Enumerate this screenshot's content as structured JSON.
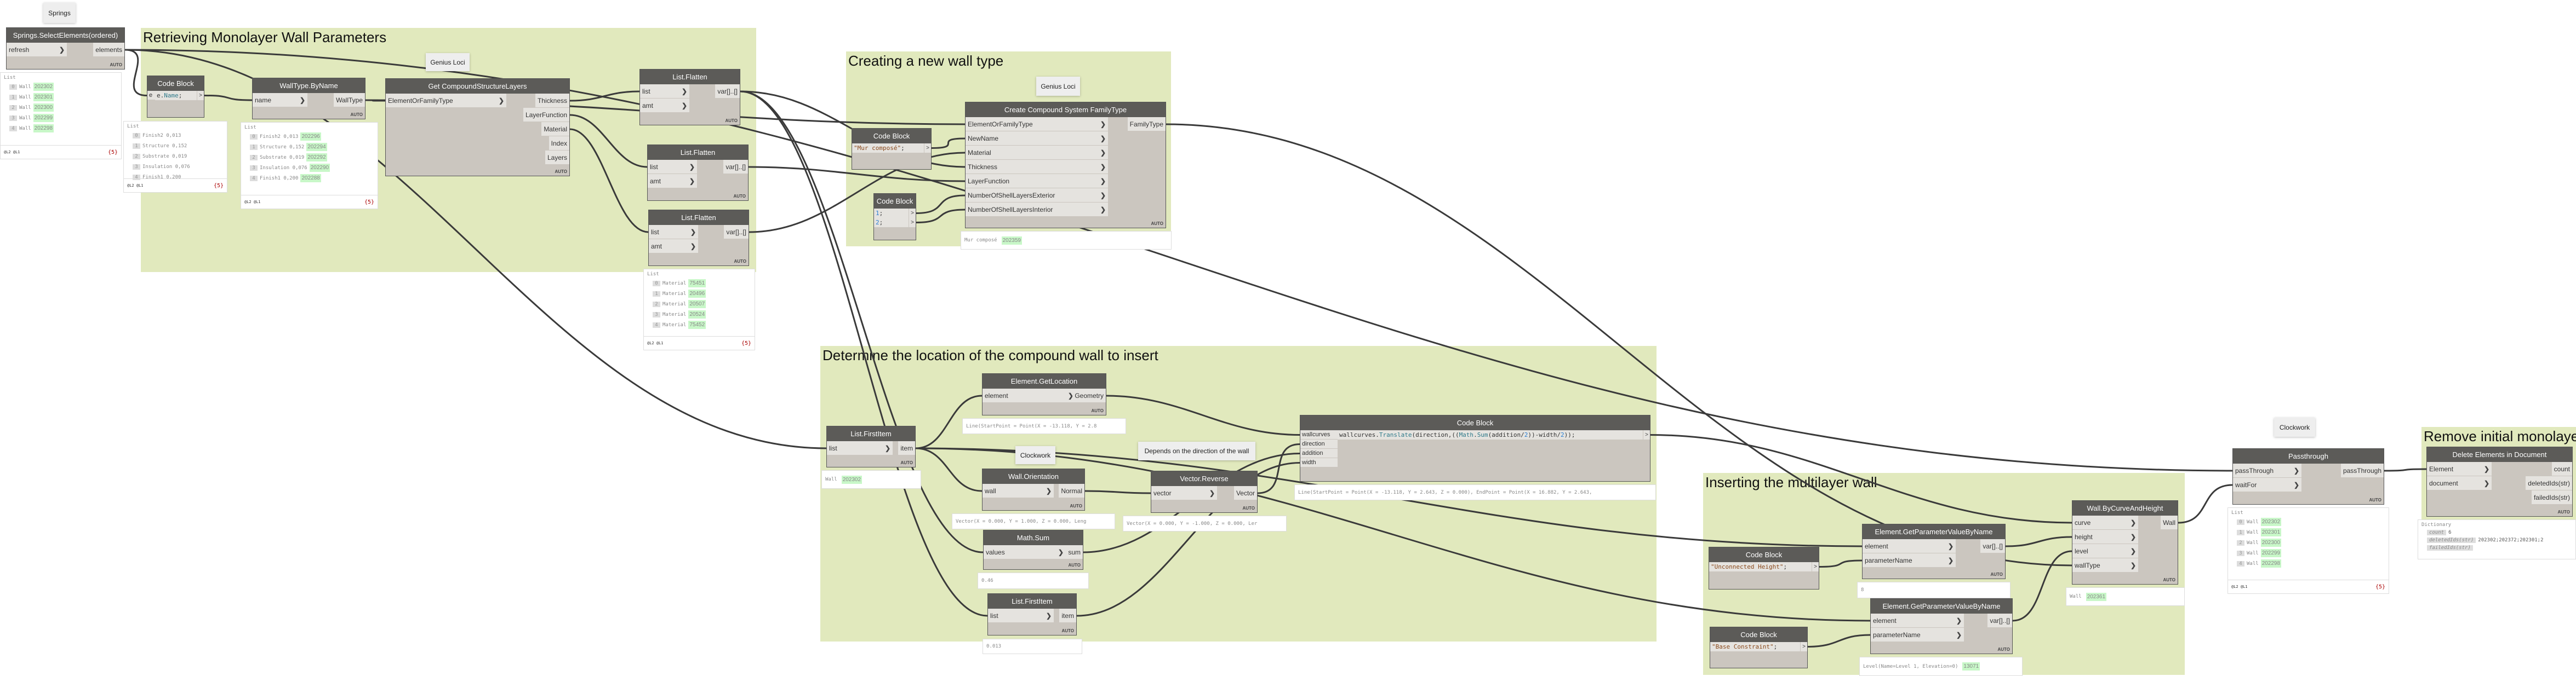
{
  "groups": [
    {
      "id": "g1",
      "title": "Retrieving Monolayer Wall Parameters"
    },
    {
      "id": "g2",
      "title": "Creating a new wall type"
    },
    {
      "id": "g3",
      "title": "Determine the location of the compound wall to insert"
    },
    {
      "id": "g4",
      "title": "Inserting the multilayer wall"
    },
    {
      "id": "g5",
      "title": "Remove initial monolayer walls"
    }
  ],
  "notes": [
    {
      "id": "springs",
      "text": "Springs"
    },
    {
      "id": "genius1",
      "text": "Genius Loci"
    },
    {
      "id": "genius2",
      "text": "Genius Loci"
    },
    {
      "id": "clock1",
      "text": "Clockwork"
    },
    {
      "id": "depends",
      "text": "Depends on the direction of the wall"
    },
    {
      "id": "clock2",
      "text": "Clockwork"
    }
  ],
  "lacing_label": "AUTO",
  "nodes": [
    {
      "id": "springs",
      "title": "Springs.SelectElements(ordered)",
      "inputs": [
        "refresh"
      ],
      "outputs": [
        "elements"
      ],
      "watch": {
        "type": "list",
        "head": "List",
        "items": [
          [
            "0",
            "Wall",
            "202302"
          ],
          [
            "1",
            "Wall",
            "202301"
          ],
          [
            "2",
            "Wall",
            "202300"
          ],
          [
            "3",
            "Wall",
            "202299"
          ],
          [
            "4",
            "Wall",
            "202298"
          ]
        ],
        "levels": "@L2 @L1",
        "count": "{5}"
      }
    },
    {
      "id": "cb1",
      "title": "Code Block",
      "code": true,
      "inputs": [
        "e"
      ],
      "lines": [
        [
          [
            "",
            "e."
          ],
          [
            "name",
            "Name"
          ],
          [
            "",
            ";"
          ]
        ]
      ],
      "watch": {
        "type": "list",
        "head": "List",
        "items": [
          [
            "0",
            "Finish2 0,013",
            ""
          ],
          [
            "1",
            "Structure 0,152",
            ""
          ],
          [
            "2",
            "Substrate 0,019",
            ""
          ],
          [
            "3",
            "Insulation 0,076",
            ""
          ],
          [
            "4",
            "Finish1 0,200",
            ""
          ]
        ],
        "levels": "@L2 @L1",
        "count": "{5}"
      }
    },
    {
      "id": "wtbn",
      "title": "WallType.ByName",
      "inputs": [
        "name"
      ],
      "outputs": [
        "WallType"
      ],
      "watch": {
        "type": "list",
        "head": "List",
        "items": [
          [
            "0",
            "Finish2 0,013",
            "202296"
          ],
          [
            "1",
            "Structure 0,152",
            "202294"
          ],
          [
            "2",
            "Substrate 0,019",
            "202292"
          ],
          [
            "3",
            "Insulation 0,076",
            "202290"
          ],
          [
            "4",
            "Finish1 0,200",
            "202288"
          ]
        ],
        "levels": "@L2 @L1",
        "count": "{5}"
      }
    },
    {
      "id": "gcsl",
      "title": "Get CompoundStructureLayers",
      "inputs": [
        "ElementOrFamilyType"
      ],
      "outputs": [
        "Thickness",
        "LayerFunction",
        "Material",
        "Index",
        "Layers"
      ]
    },
    {
      "id": "lf1",
      "title": "List.Flatten",
      "inputs": [
        "list",
        "amt"
      ],
      "outputs": [
        "var[]..[]"
      ]
    },
    {
      "id": "lf2",
      "title": "List.Flatten",
      "inputs": [
        "list",
        "amt"
      ],
      "outputs": [
        "var[]..[]"
      ]
    },
    {
      "id": "lf3",
      "title": "List.Flatten",
      "inputs": [
        "list",
        "amt"
      ],
      "outputs": [
        "var[]..[]"
      ],
      "watch": {
        "type": "list",
        "head": "List",
        "items": [
          [
            "0",
            "Material",
            "75451"
          ],
          [
            "1",
            "Material",
            "20496"
          ],
          [
            "2",
            "Material",
            "20507"
          ],
          [
            "3",
            "Material",
            "20524"
          ],
          [
            "4",
            "Material",
            "75452"
          ]
        ],
        "levels": "@L2 @L1",
        "count": "{5}"
      }
    },
    {
      "id": "cbmur",
      "title": "Code Block",
      "code": true,
      "inputs": [],
      "lines": [
        [
          [
            "str",
            "\"Mur composé\""
          ],
          [
            "",
            ";"
          ]
        ]
      ]
    },
    {
      "id": "cb12",
      "title": "Code Block",
      "code": true,
      "inputs": [],
      "lines": [
        [
          [
            "num",
            "1"
          ],
          [
            "",
            ";"
          ]
        ],
        [
          [
            "num",
            "2"
          ],
          [
            "",
            ";"
          ]
        ]
      ]
    },
    {
      "id": "create",
      "title": "Create Compound System FamilyType",
      "inputs": [
        "ElementOrFamilyType",
        "NewName",
        "Material",
        "Thickness",
        "LayerFunction",
        "NumberOfShellLayersExterior",
        "NumberOfShellLayersInterior"
      ],
      "outputs": [
        "FamilyType"
      ],
      "watch": {
        "type": "simple",
        "text": "Mur composé",
        "id": "202359"
      }
    },
    {
      "id": "lfi1",
      "title": "List.FirstItem",
      "inputs": [
        "list"
      ],
      "outputs": [
        "item"
      ],
      "watch": {
        "type": "simple",
        "text": "Wall",
        "id": "202302"
      }
    },
    {
      "id": "getloc",
      "title": "Element.GetLocation",
      "inputs": [
        "element"
      ],
      "outputs": [
        "Geometry"
      ],
      "watch": {
        "type": "simple",
        "text": "Line(StartPoint = Point(X = -13.118, Y = 2.8"
      }
    },
    {
      "id": "orient",
      "title": "Wall.Orientation",
      "inputs": [
        "wall"
      ],
      "outputs": [
        "Normal"
      ],
      "watch": {
        "type": "simple",
        "text": "Vector(X = 0.000, Y = 1.000, Z = 0.000, Leng"
      }
    },
    {
      "id": "rev",
      "title": "Vector.Reverse",
      "inputs": [
        "vector"
      ],
      "outputs": [
        "Vector"
      ],
      "watch": {
        "type": "simple",
        "text": "Vector(X = 0.000, Y = -1.000, Z = 0.000, Ler"
      }
    },
    {
      "id": "sum",
      "title": "Math.Sum",
      "inputs": [
        "values"
      ],
      "outputs": [
        "sum"
      ],
      "watch": {
        "type": "simple",
        "text": "0.46"
      }
    },
    {
      "id": "lfi2",
      "title": "List.FirstItem",
      "inputs": [
        "list"
      ],
      "outputs": [
        "item"
      ],
      "watch": {
        "type": "simple",
        "text": "0.013"
      }
    },
    {
      "id": "bigcb",
      "title": "Code Block",
      "code": true,
      "inputs": [
        "wallcurves",
        "direction",
        "addition",
        "width"
      ],
      "lines": [
        [
          [
            "",
            "wallcurves."
          ],
          [
            "name",
            "Translate"
          ],
          [
            "",
            "(direction,(("
          ],
          [
            "name",
            "Math"
          ],
          [
            "",
            "."
          ],
          [
            "name",
            "Sum"
          ],
          [
            "",
            "(addition/"
          ],
          [
            "num",
            "2"
          ],
          [
            "",
            "))-width/"
          ],
          [
            "num",
            "2"
          ],
          [
            "",
            "));"
          ]
        ]
      ],
      "watch": {
        "type": "simple",
        "text": "Line(StartPoint = Point(X = -13.118, Y = 2.643, Z = 0.000), EndPoint = Point(X = 16.882, Y = 2.643,"
      }
    },
    {
      "id": "cbuh",
      "title": "Code Block",
      "code": true,
      "inputs": [],
      "lines": [
        [
          [
            "str",
            "\"Unconnected Height\""
          ],
          [
            "",
            ";"
          ]
        ]
      ]
    },
    {
      "id": "cbbc",
      "title": "Code Block",
      "code": true,
      "inputs": [],
      "lines": [
        [
          [
            "str",
            "\"Base Constraint\""
          ],
          [
            "",
            ";"
          ]
        ]
      ]
    },
    {
      "id": "gp1",
      "title": "Element.GetParameterValueByName",
      "inputs": [
        "element",
        "parameterName"
      ],
      "outputs": [
        "var[]..[]"
      ],
      "watch": {
        "type": "simple",
        "text": "8"
      }
    },
    {
      "id": "gp2",
      "title": "Element.GetParameterValueByName",
      "inputs": [
        "element",
        "parameterName"
      ],
      "outputs": [
        "var[]..[]"
      ],
      "watch": {
        "type": "simple",
        "text": "Level(Name=Level 1, Elevation=0)",
        "id": "13071"
      }
    },
    {
      "id": "wall",
      "title": "Wall.ByCurveAndHeight",
      "inputs": [
        "curve",
        "height",
        "level",
        "wallType"
      ],
      "outputs": [
        "Wall"
      ],
      "watch": {
        "type": "simple",
        "text": "Wall",
        "id": "202361"
      }
    },
    {
      "id": "pass",
      "title": "Passthrough",
      "inputs": [
        "passThrough",
        "waitFor"
      ],
      "outputs": [
        "passThrough"
      ],
      "watch": {
        "type": "list",
        "head": "List",
        "items": [
          [
            "0",
            "Wall",
            "202302"
          ],
          [
            "1",
            "Wall",
            "202301"
          ],
          [
            "2",
            "Wall",
            "202300"
          ],
          [
            "3",
            "Wall",
            "202299"
          ],
          [
            "4",
            "Wall",
            "202298"
          ]
        ],
        "levels": "@L2 @L1",
        "count": "{5}"
      }
    },
    {
      "id": "del",
      "title": "Delete Elements in Document",
      "inputs": [
        "Element",
        "document"
      ],
      "outputs": [
        "count",
        "deletedIds(str)",
        "failedIds(str)"
      ],
      "watch": {
        "type": "dict",
        "head": "Dictionary",
        "entries": [
          [
            "count",
            "6"
          ],
          [
            "deletedIds(str)",
            "202302;202372;202301;2"
          ],
          [
            "failedIds(str)",
            ""
          ]
        ]
      }
    }
  ],
  "colors": {
    "group": "#e1e9bd",
    "node_header": "#5c5b58",
    "node_body": "#cbc6bf",
    "port": "#e5e3df",
    "wire": "#3a3a3a",
    "id_badge": "#c8f7c8"
  }
}
